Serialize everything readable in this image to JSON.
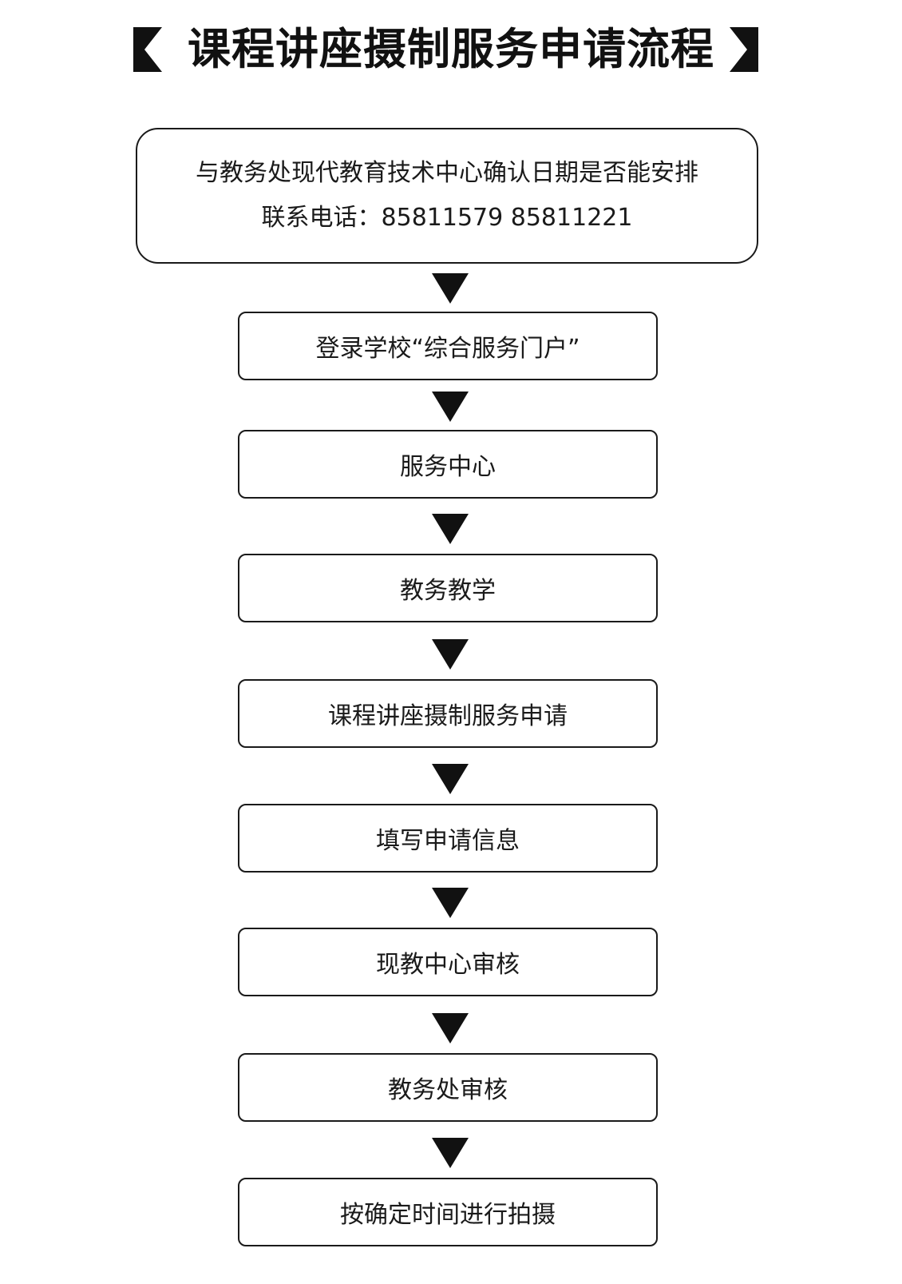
{
  "title": "课程讲座摄制服务申请流程",
  "steps": [
    {
      "lines": [
        "与教务处现代教育技术中心确认日期是否能安排",
        "联系电话：85811579 85811221"
      ]
    },
    {
      "label": "登录学校“综合服务门户”"
    },
    {
      "label": "服务中心"
    },
    {
      "label": "教务教学"
    },
    {
      "label": "课程讲座摄制服务申请"
    },
    {
      "label": "填写申请信息"
    },
    {
      "label": "现教中心审核"
    },
    {
      "label": "教务处审核"
    },
    {
      "label": "按确定时间进行拍摄"
    }
  ],
  "colors": {
    "line": "#1a1a1a",
    "arrow": "#111111",
    "background": "#ffffff"
  }
}
